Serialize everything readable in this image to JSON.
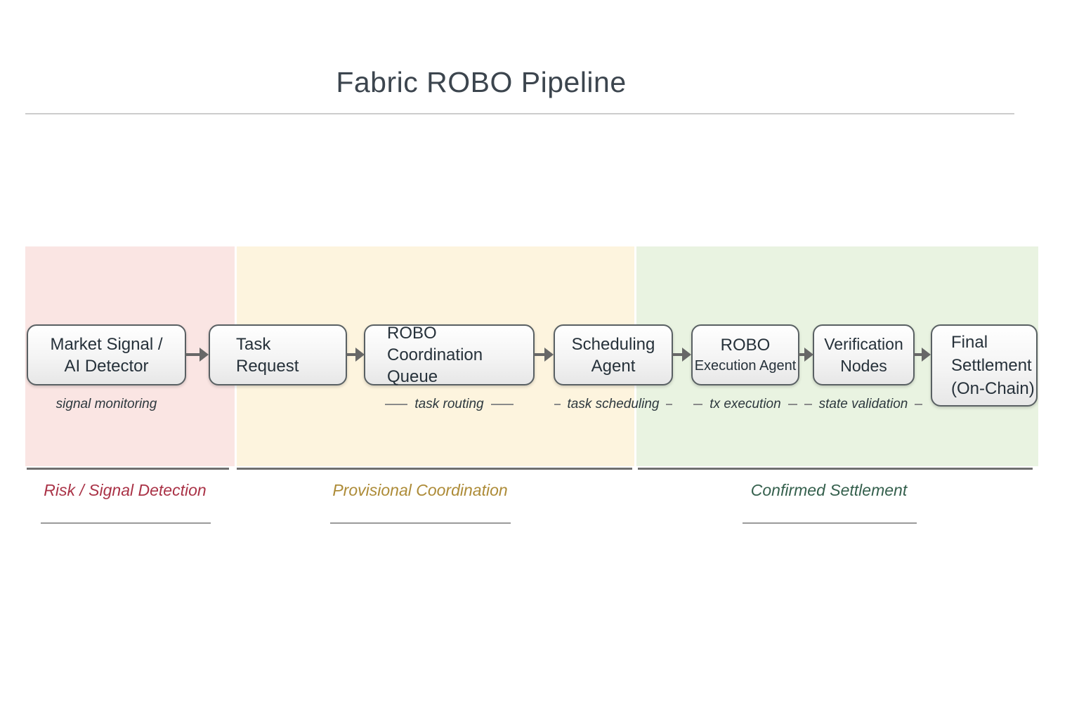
{
  "title": "Fabric ROBO Pipeline",
  "pipeline": {
    "nodes": [
      {
        "id": "market-signal",
        "lines": [
          "Market Signal /",
          "AI Detector"
        ],
        "sublabel": "signal monitoring"
      },
      {
        "id": "task-request",
        "lines": [
          "Task",
          "Request"
        ],
        "sublabel": ""
      },
      {
        "id": "robo-coordination-queue",
        "lines": [
          "ROBO",
          "Coordination Queue"
        ],
        "sublabel": "task routing"
      },
      {
        "id": "scheduling-agent",
        "lines": [
          "Scheduling",
          "Agent"
        ],
        "sublabel": "task scheduling"
      },
      {
        "id": "robo-execution-agent",
        "lines": [
          "ROBO",
          "Execution Agent"
        ],
        "sublabel": "tx execution"
      },
      {
        "id": "verification-nodes",
        "lines": [
          "Verification",
          "Nodes"
        ],
        "sublabel": "state validation"
      },
      {
        "id": "final-settlement",
        "lines": [
          "Final",
          "Settlement",
          "(On-Chain)"
        ],
        "sublabel": ""
      }
    ]
  },
  "zones": [
    {
      "id": "risk",
      "label": "Risk / Signal Detection",
      "accent_color": "#aa3347",
      "background_color": "#fae5e3"
    },
    {
      "id": "provisional",
      "label": "Provisional Coordination",
      "accent_color": "#ad8b37",
      "background_color": "#fdf4de"
    },
    {
      "id": "confirmed",
      "label": "Confirmed Settlement",
      "accent_color": "#35604d",
      "background_color": "#e9f3e1"
    }
  ],
  "colors": {
    "arrow": "#676767",
    "node_border": "#596063",
    "node_text": "#26313a",
    "title_text": "#3c454e"
  }
}
